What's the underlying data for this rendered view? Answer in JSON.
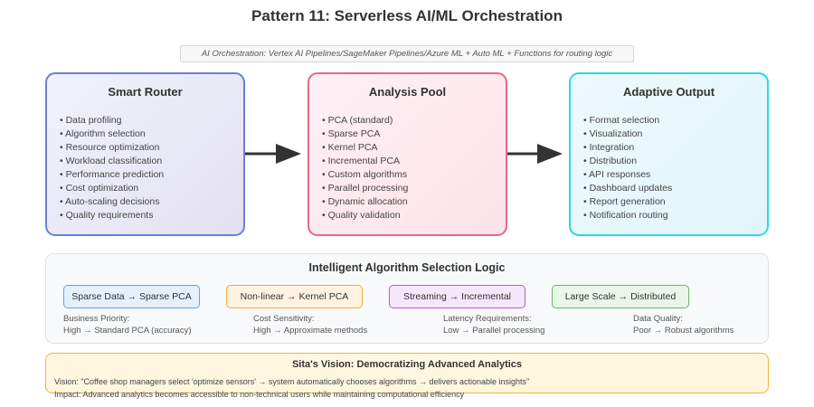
{
  "title": "Pattern 11: Serverless AI/ML Orchestration",
  "subtitle": "AI Orchestration: Vertex AI Pipelines/SageMaker Pipelines/Azure ML + Auto ML + Functions for routing logic",
  "colors": {
    "router_border": "#6b7fd6",
    "pool_border": "#e26a84",
    "output_border": "#2fd9de",
    "arrow": "#333333"
  },
  "boxes": [
    {
      "title": "Smart Router",
      "items": [
        "Data profiling",
        "Algorithm selection",
        "Resource optimization",
        "Workload classification",
        "Performance prediction",
        "Cost optimization",
        "Auto-scaling decisions",
        "Quality requirements"
      ]
    },
    {
      "title": "Analysis Pool",
      "items": [
        "PCA (standard)",
        "Sparse PCA",
        "Kernel PCA",
        "Incremental PCA",
        "Custom algorithms",
        "Parallel processing",
        "Dynamic allocation",
        "Quality validation"
      ]
    },
    {
      "title": "Adaptive Output",
      "items": [
        "Format selection",
        "Visualization",
        "Integration",
        "Distribution",
        "API responses",
        "Dashboard updates",
        "Report generation",
        "Notification routing"
      ]
    }
  ],
  "logic": {
    "title": "Intelligent Algorithm Selection Logic",
    "rules": [
      "Sparse Data → Sparse PCA",
      "Non-linear → Kernel PCA",
      "Streaming → Incremental",
      "Large Scale → Distributed"
    ],
    "factors": [
      {
        "label": "Business Priority:",
        "value": "High → Standard PCA (accuracy)"
      },
      {
        "label": "Cost Sensitivity:",
        "value": "High → Approximate methods"
      },
      {
        "label": "Latency Requirements:",
        "value": "Low → Parallel processing"
      },
      {
        "label": "Data Quality:",
        "value": "Poor → Robust algorithms"
      }
    ]
  },
  "vision": {
    "title": "Sita's Vision: Democratizing Advanced Analytics",
    "line1": "Vision: \"Coffee shop managers select 'optimize sensors' → system automatically chooses algorithms → delivers actionable insights\"",
    "line2": "Impact: Advanced analytics becomes accessible to non-technical users while maintaining computational efficiency"
  }
}
